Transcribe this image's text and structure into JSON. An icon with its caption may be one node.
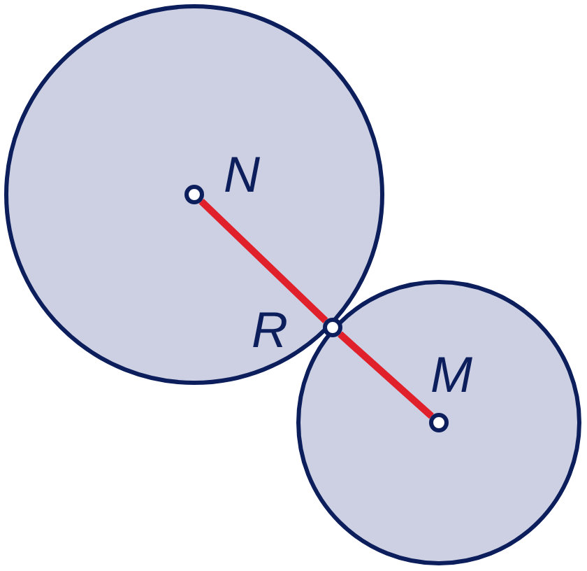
{
  "diagram": {
    "nodes": [
      {
        "text": [],
        "shape": "circle"
      },
      {
        "text": [],
        "shape": "circle"
      },
      {
        "text": [],
        "shape": "circle",
        "beside": [
          "N"
        ],
        "in": 0
      },
      {
        "text": [],
        "shape": "circle",
        "beside": [
          "R"
        ]
      },
      {
        "text": [],
        "shape": "circle",
        "beside": [
          "M"
        ],
        "in": 1
      }
    ],
    "edges": [
      {
        "from": 2,
        "to": 3,
        "arrow": "none"
      },
      {
        "from": 3,
        "to": 4,
        "arrow": "none"
      }
    ]
  }
}
